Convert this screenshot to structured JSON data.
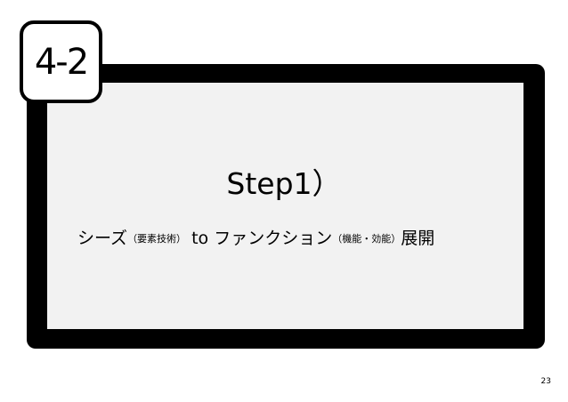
{
  "slide": {
    "badge": "4-2",
    "title": "Step1）",
    "subtitle": {
      "part1": "シーズ",
      "part1_note": "（要素技術）",
      "connector": " to ",
      "part2": "ファンクション",
      "part2_note": "（機能・効能）",
      "part3": "展開"
    },
    "page_number": "23"
  }
}
